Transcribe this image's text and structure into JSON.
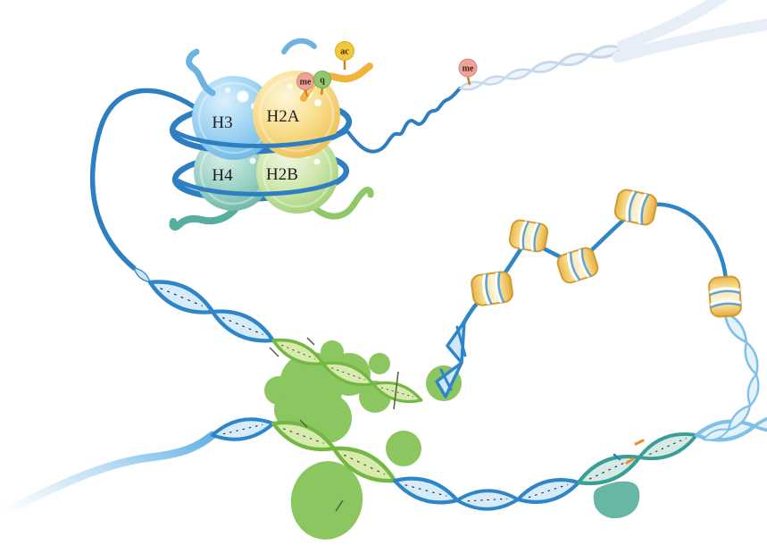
{
  "figure": {
    "background": "#ffffff",
    "description_labels": []
  },
  "nucleosome": {
    "histones": [
      {
        "label": "H3",
        "color": "#8ecdf0"
      },
      {
        "label": "H2A",
        "color": "#f7d87c"
      },
      {
        "label": "H4",
        "color": "#93ccc0"
      },
      {
        "label": "H2B",
        "color": "#b8dc96"
      }
    ],
    "tail_modifications": [
      {
        "label": "me",
        "color": "#eca39a"
      },
      {
        "label": "q",
        "color": "#8ec873"
      },
      {
        "label": "ac",
        "color": "#f2c93e"
      }
    ],
    "wrap_dna_color": "#2e7fc2"
  },
  "dna": {
    "methylation": {
      "label": "me",
      "color": "#eca39a"
    },
    "strand_color": "#2e86c8",
    "helix_fill": "#d6ecfa",
    "teal_section_color": "#3a9e96",
    "pale_helix_color": "#e7eef8",
    "bead_color": "#f5d87a",
    "bead_band_color": "#5aa2d8"
  },
  "protein_complex": {
    "blob_color": "#8cc661",
    "teal_blob_color": "#68b7a6"
  }
}
